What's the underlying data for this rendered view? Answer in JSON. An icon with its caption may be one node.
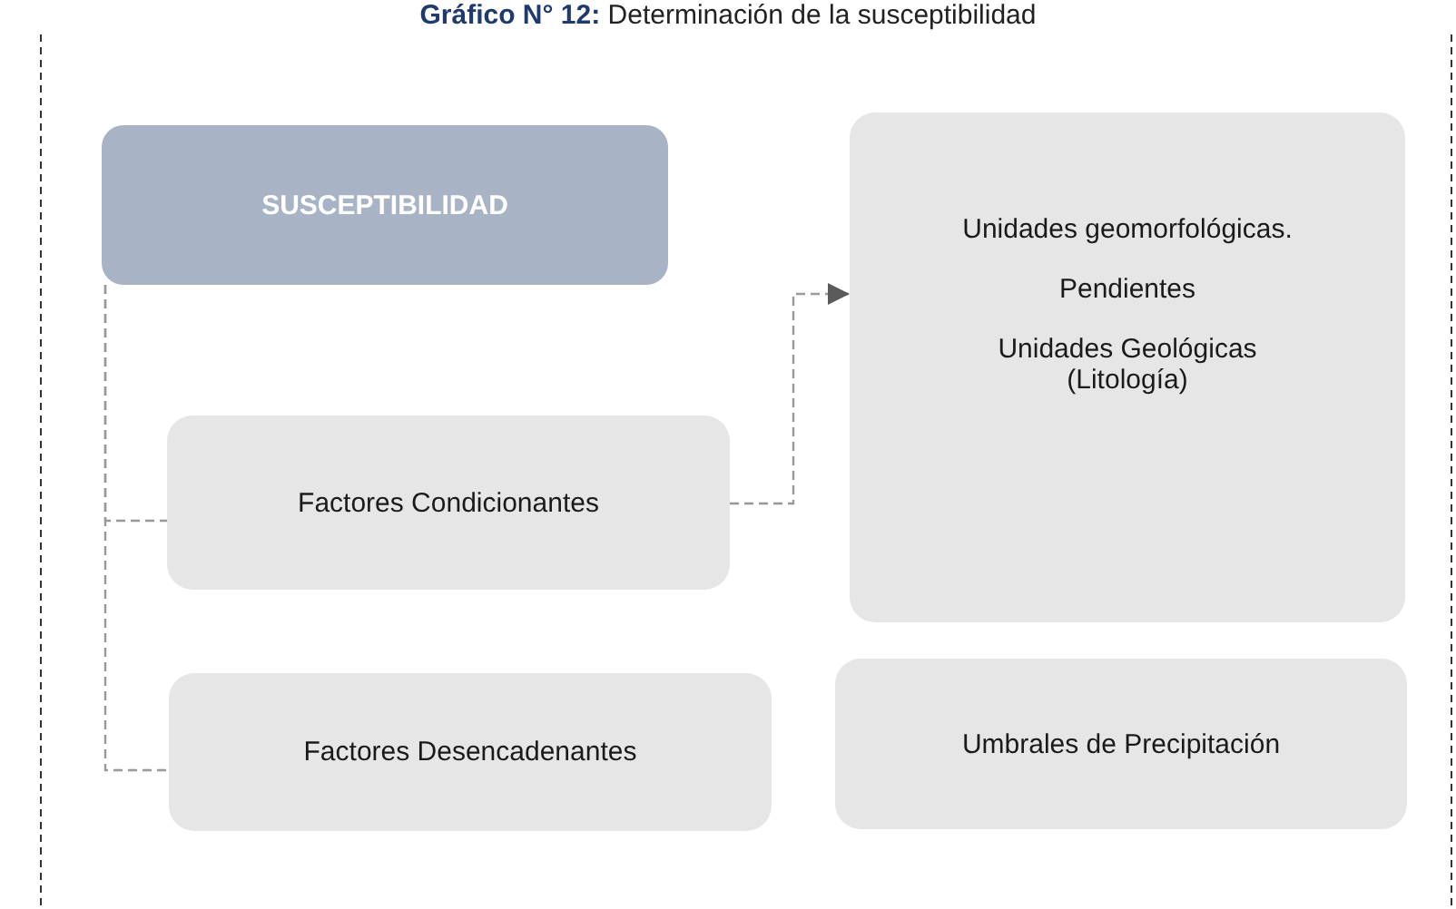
{
  "diagram": {
    "title": "**Gráfico N° 12:** Determinación de la susceptibilidad",
    "nodes": [
      {
        "text": [
          "SUSCEPTIBILIDAD"
        ]
      },
      {
        "text": [
          "Factores Condicionantes"
        ]
      },
      {
        "text": [
          "Factores Desencadenantes"
        ]
      },
      {
        "text": [
          "Unidades geomorfológicas.",
          "Pendientes",
          "Unidades Geológicas (Litología)"
        ]
      },
      {
        "text": [
          "Umbrales de Precipitación"
        ]
      }
    ],
    "edges": [
      {
        "from": 0,
        "to": 1,
        "arrow": "none",
        "style": "dashed"
      },
      {
        "from": 0,
        "to": 2,
        "arrow": "none",
        "style": "dashed"
      },
      {
        "from": 1,
        "to": 3,
        "arrow": "to",
        "style": "dashed"
      }
    ]
  }
}
